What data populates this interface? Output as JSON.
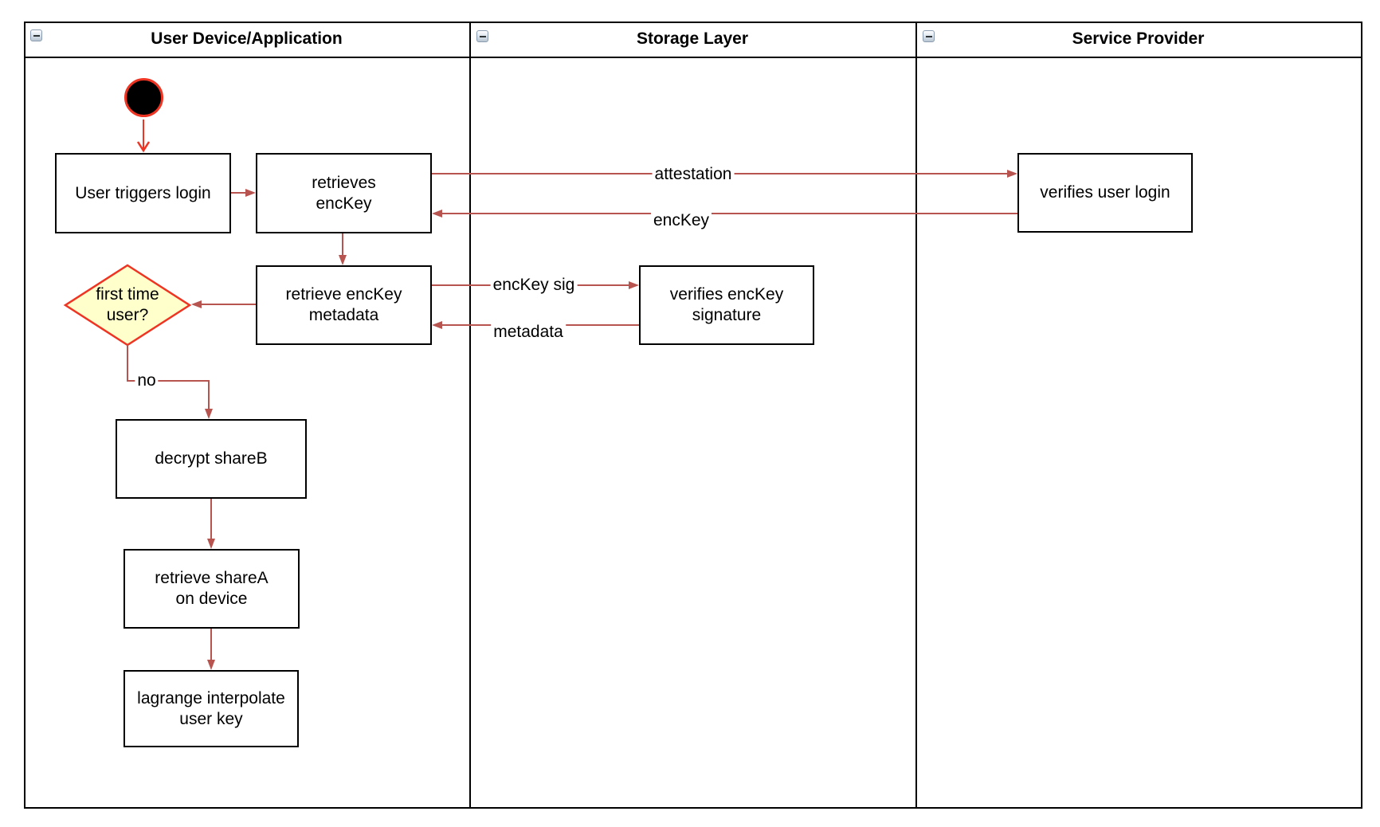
{
  "pool": {
    "lanes": [
      {
        "title": "User Device/Application"
      },
      {
        "title": "Storage Layer"
      },
      {
        "title": "Service Provider"
      }
    ]
  },
  "nodes": {
    "user_triggers_login": "User triggers login",
    "retrieves_enckey": "retrieves\nencKey",
    "retrieve_enckey_metadata": "retrieve encKey\nmetadata",
    "verifies_enckey_signature": "verifies encKey\nsignature",
    "verifies_user_login": "verifies user login",
    "first_time_user": "first time\nuser?",
    "decrypt_shareb": "decrypt shareB",
    "retrieve_sharea_on_device": "retrieve shareA\non device",
    "lagrange_interpolate_user_key": "lagrange interpolate\nuser key"
  },
  "edges": {
    "attestation": "attestation",
    "enckey": "encKey",
    "enckey_sig": "encKey sig",
    "metadata": "metadata",
    "no": "no"
  },
  "colors": {
    "edge": "#b85450",
    "accent_red": "#ee3423",
    "decision_fill": "#ffffcc",
    "line_black": "#000000"
  }
}
